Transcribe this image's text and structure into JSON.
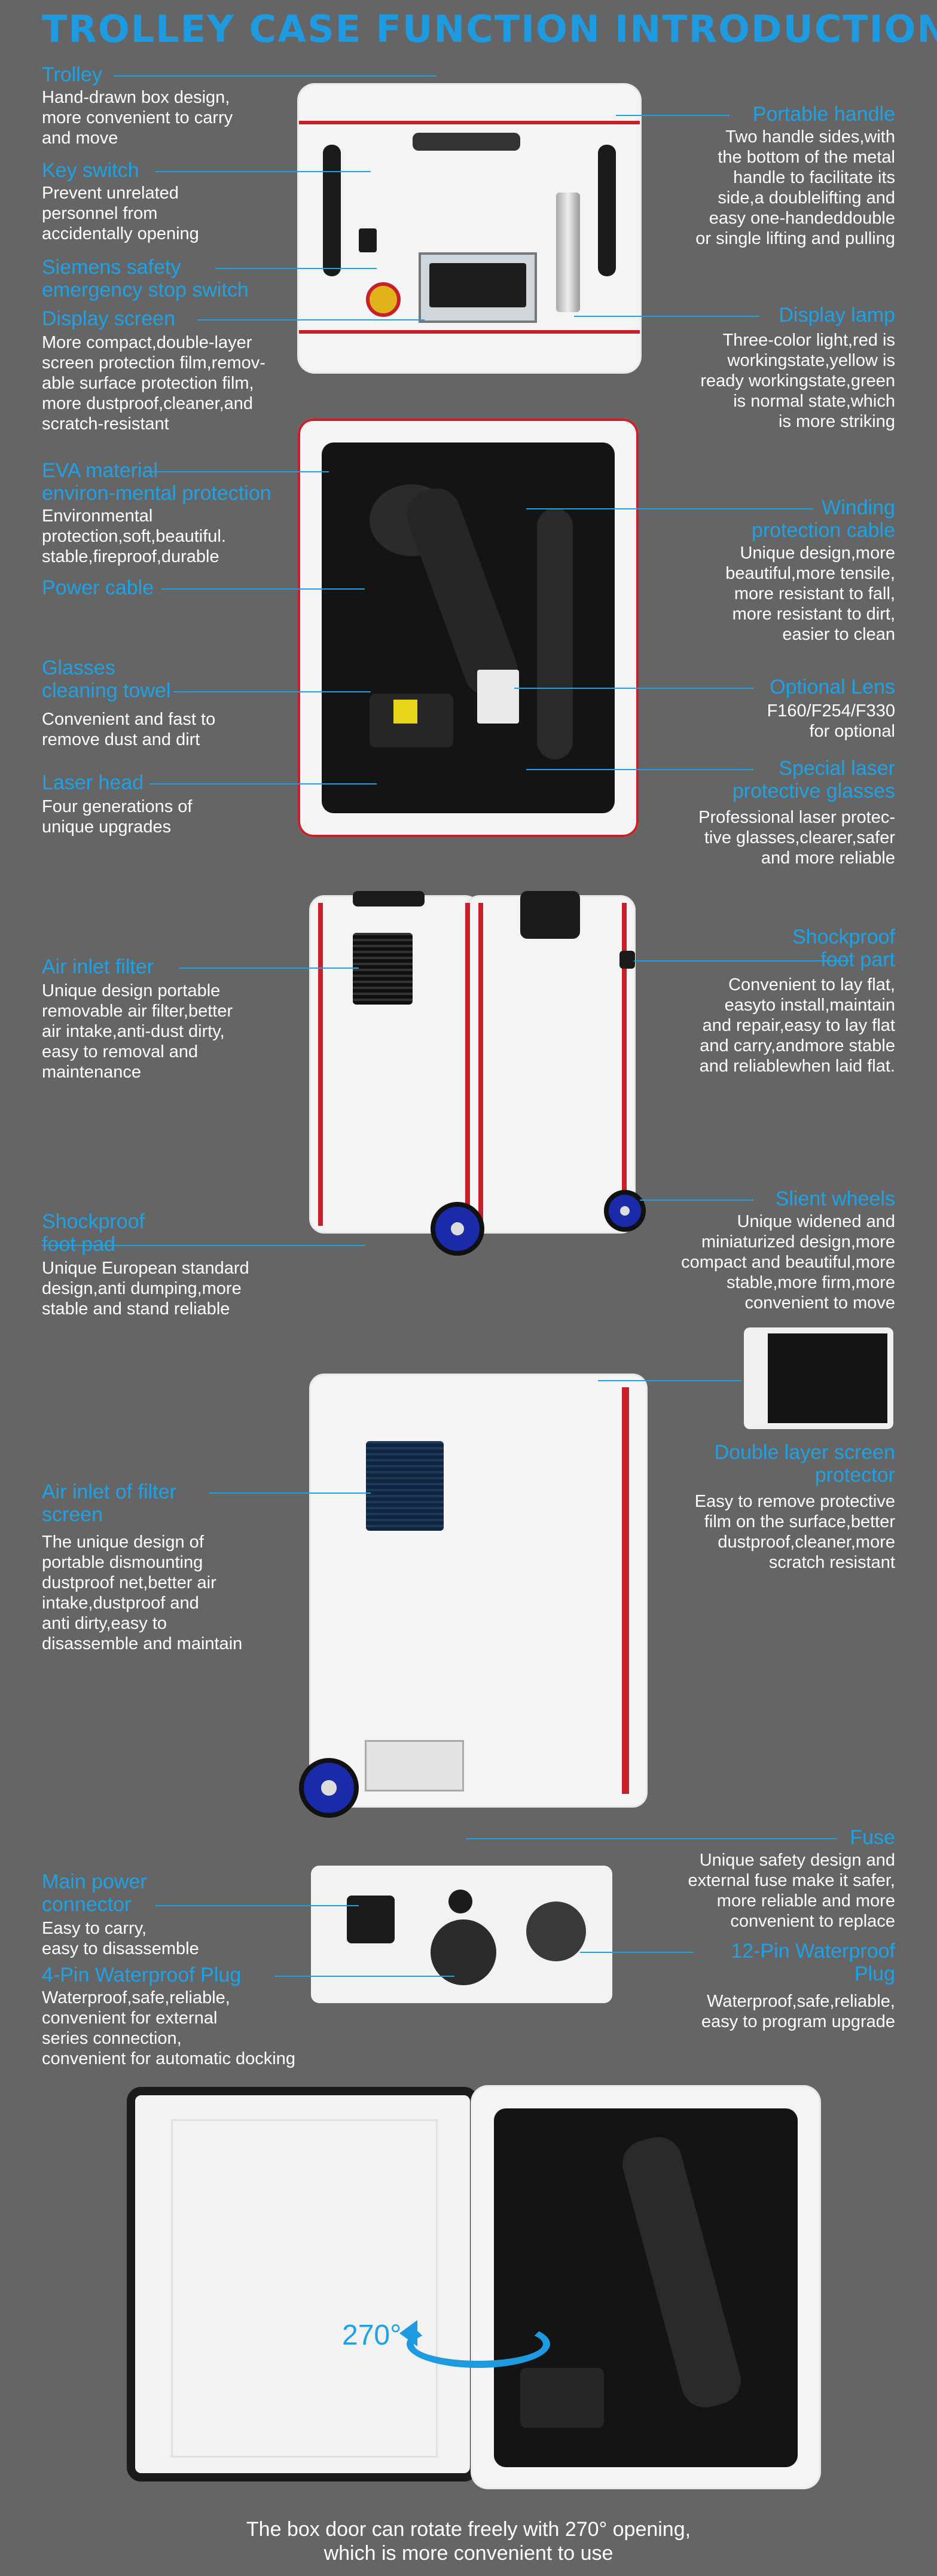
{
  "title": "TROLLEY CASE FUNCTION INTRODUCTION",
  "section1": {
    "trolley": {
      "label": "Trolley",
      "desc": [
        "Hand-drawn box design,",
        "more convenient to carry",
        "and move"
      ]
    },
    "key_switch": {
      "label": "Key switch",
      "desc": [
        "Prevent unrelated",
        "personnel from",
        "accidentally opening"
      ]
    },
    "siemens": {
      "label": [
        "Siemens safety",
        "emergency stop switch"
      ]
    },
    "display_screen": {
      "label": "Display screen",
      "desc": [
        "More compact,double-layer",
        "screen protection film,remov-",
        "able surface protection film,",
        "more dustproof,cleaner,and",
        "scratch-resistant"
      ]
    },
    "portable_handle": {
      "label": "Portable handle",
      "desc": [
        "Two handle sides,with",
        "the bottom of the metal",
        "handle to facilitate its",
        "side,a doublelifting and",
        "easy one-handeddouble",
        "or single lifting and pulling"
      ]
    },
    "display_lamp": {
      "label": "Display lamp",
      "desc": [
        "Three-color light,red is",
        "workingstate,yellow is",
        "ready workingstate,green",
        "is normal state,which",
        "is more striking"
      ]
    }
  },
  "section2": {
    "eva": {
      "label": [
        "EVA material",
        "environ-mental protection"
      ],
      "desc": [
        "Environmental",
        "protection,soft,beautiful.",
        "stable,fireproof,durable"
      ]
    },
    "power_cable": {
      "label": "Power cable"
    },
    "glasses_towel": {
      "label": [
        "Glasses",
        "cleaning towel"
      ],
      "desc": [
        "Convenient and fast to",
        "remove dust and dirt"
      ]
    },
    "laser_head": {
      "label": "Laser head",
      "desc": [
        "Four generations of",
        "unique upgrades"
      ]
    },
    "winding": {
      "label": [
        "Winding",
        "protection cable"
      ],
      "desc": [
        "Unique design,more",
        "beautiful,more tensile,",
        "more resistant to fall,",
        "more resistant to dirt,",
        "easier to clean"
      ]
    },
    "optional_lens": {
      "label": "Optional Lens",
      "desc": [
        "F160/F254/F330",
        "for optional"
      ]
    },
    "special_glasses": {
      "label": [
        "Special laser",
        "protective glasses"
      ],
      "desc": [
        "Professional laser protec-",
        "tive glasses,clearer,safer",
        "and more reliable"
      ]
    }
  },
  "section3": {
    "air_inlet_filter": {
      "label": "Air inlet filter",
      "desc": [
        "Unique design portable",
        "removable air filter,better",
        "air intake,anti-dust dirty,",
        "easy to removal and",
        "maintenance"
      ]
    },
    "shockproof_foot_part": {
      "label": [
        "Shockproof",
        "foot part"
      ],
      "desc": [
        "Convenient to lay flat,",
        "easyto install,maintain",
        "and repair,easy to lay flat",
        "and carry,andmore stable",
        "and reliablewhen laid flat."
      ]
    },
    "silent_wheels": {
      "label": "Slient wheels",
      "desc": [
        "Unique widened and",
        "miniaturized design,more",
        "compact and beautiful,more",
        "stable,more firm,more",
        "convenient to move"
      ]
    },
    "shockproof_foot_pad": {
      "label": [
        "Shockproof",
        "foot pad"
      ],
      "desc": [
        "Unique European standard",
        "design,anti dumping,more",
        "stable and stand reliable"
      ]
    }
  },
  "section4": {
    "air_inlet_screen": {
      "label": [
        "Air inlet of filter",
        "screen"
      ],
      "desc": [
        "The unique design of",
        "portable dismounting",
        "dustproof net,better air",
        "intake,dustproof and",
        "anti dirty,easy to",
        "disassemble and maintain"
      ]
    },
    "double_screen": {
      "label": [
        "Double layer screen",
        "protector"
      ],
      "desc": [
        "Easy to remove protective",
        "film on the surface,better",
        "dustproof,cleaner,more",
        "scratch resistant"
      ]
    },
    "main_power": {
      "label": [
        "Main power",
        "connector"
      ],
      "desc": [
        "Easy to carry,",
        "easy to disassemble"
      ]
    },
    "fuse": {
      "label": "Fuse",
      "desc": [
        "Unique safety design and",
        "external fuse make it safer,",
        "more reliable and more",
        "convenient to replace"
      ]
    },
    "pin4": {
      "label": "4-Pin Waterproof Plug",
      "desc": [
        "Waterproof,safe,reliable,",
        "convenient for external",
        "series connection,",
        "convenient for automatic docking"
      ]
    },
    "pin12": {
      "label": [
        "12-Pin Waterproof",
        "Plug"
      ],
      "desc": [
        "Waterproof,safe,reliable,",
        "easy to program upgrade"
      ]
    }
  },
  "section5": {
    "angle": "270°",
    "caption": [
      "The box door can rotate freely with 270° opening,",
      "which is more convenient to use"
    ]
  },
  "colors": {
    "background": "#656565",
    "accent": "#1ea2e6",
    "case_red": "#c8202a",
    "wheel_blue": "#1b2aa8"
  }
}
